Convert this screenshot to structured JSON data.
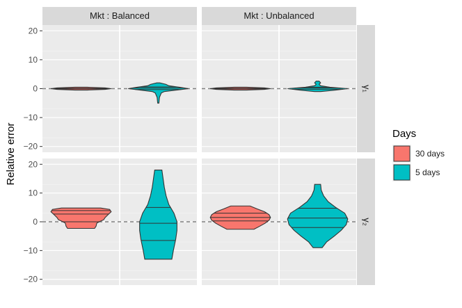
{
  "chart_data": {
    "type": "violin",
    "ylabel": "Relative error",
    "xlabel": "",
    "ylim": [
      -22,
      22
    ],
    "yticks": [
      -20,
      -10,
      0,
      10,
      20
    ],
    "reference_line": 0,
    "columns": [
      {
        "key": "balanced",
        "label": "Mkt : Balanced"
      },
      {
        "key": "unbalanced",
        "label": "Mkt : Unbalanced"
      }
    ],
    "rows": [
      {
        "key": "gamma1",
        "label": "γ₁"
      },
      {
        "key": "gamma2",
        "label": "γ₂"
      }
    ],
    "legend": {
      "title": "Days",
      "placement": "right",
      "entries": [
        {
          "key": "d30",
          "label": "30 days",
          "color": "#F8766D"
        },
        {
          "key": "d5",
          "label": "5 days",
          "color": "#00BFC4"
        }
      ]
    },
    "panels": [
      {
        "row": "gamma1",
        "col": "balanced",
        "violins": [
          {
            "group": "d30",
            "profile": [
              [
                -0.5,
                0.2
              ],
              [
                -0.25,
                0.8
              ],
              [
                0,
                1.0
              ],
              [
                0.25,
                0.8
              ],
              [
                0.5,
                0.2
              ]
            ],
            "quantiles": [
              -0.1,
              0,
              0.1
            ]
          },
          {
            "group": "d5",
            "profile": [
              [
                -5,
                0.02
              ],
              [
                -3,
                0.04
              ],
              [
                -1.5,
                0.1
              ],
              [
                -1,
                0.2
              ],
              [
                -0.5,
                0.6
              ],
              [
                0,
                1.0
              ],
              [
                0.5,
                0.7
              ],
              [
                1,
                0.35
              ],
              [
                1.5,
                0.25
              ],
              [
                2,
                0.05
              ]
            ],
            "quantiles": [
              -0.3,
              0.2,
              0.6
            ]
          }
        ]
      },
      {
        "row": "gamma1",
        "col": "unbalanced",
        "violins": [
          {
            "group": "d30",
            "profile": [
              [
                -0.5,
                0.2
              ],
              [
                -0.25,
                0.8
              ],
              [
                0,
                1.0
              ],
              [
                0.25,
                0.8
              ],
              [
                0.5,
                0.2
              ]
            ],
            "quantiles": [
              -0.1,
              0,
              0.1
            ]
          },
          {
            "group": "d5",
            "profile": [
              [
                -1,
                0.1
              ],
              [
                -0.5,
                0.6
              ],
              [
                0,
                1.0
              ],
              [
                0.5,
                0.4
              ],
              [
                1,
                0.1
              ],
              [
                1.5,
                0.05
              ],
              [
                2,
                0.1
              ],
              [
                2.6,
                0.05
              ]
            ],
            "quantiles": [
              -0.2,
              0.2,
              0.5
            ]
          }
        ]
      },
      {
        "row": "gamma2",
        "col": "balanced",
        "violins": [
          {
            "group": "d30",
            "profile": [
              [
                -2.3,
                0.45
              ],
              [
                -1.5,
                0.5
              ],
              [
                -0.5,
                0.52
              ],
              [
                0,
                0.6
              ],
              [
                0.7,
                0.75
              ],
              [
                1.5,
                0.8
              ],
              [
                2.5,
                0.9
              ],
              [
                3.5,
                1.0
              ],
              [
                4.3,
                0.95
              ],
              [
                4.8,
                0.65
              ]
            ],
            "quantiles": [
              0,
              2.7,
              3.9
            ]
          },
          {
            "group": "d5",
            "profile": [
              [
                -13,
                0.45
              ],
              [
                -10,
                0.5
              ],
              [
                -6,
                0.58
              ],
              [
                -3,
                0.62
              ],
              [
                0,
                0.62
              ],
              [
                3,
                0.52
              ],
              [
                6,
                0.35
              ],
              [
                9,
                0.26
              ],
              [
                12,
                0.2
              ],
              [
                15,
                0.16
              ],
              [
                18,
                0.12
              ]
            ],
            "quantiles": [
              -6.5,
              -0.5,
              5
            ]
          }
        ]
      },
      {
        "row": "gamma2",
        "col": "unbalanced",
        "violins": [
          {
            "group": "d30",
            "profile": [
              [
                -2.6,
                0.45
              ],
              [
                -1.5,
                0.65
              ],
              [
                -0.5,
                0.82
              ],
              [
                0.5,
                0.95
              ],
              [
                1.5,
                1.0
              ],
              [
                2.5,
                0.95
              ],
              [
                3.5,
                0.8
              ],
              [
                4.5,
                0.55
              ],
              [
                5.5,
                0.32
              ]
            ],
            "quantiles": [
              0.3,
              1.5,
              3
            ]
          },
          {
            "group": "d5",
            "profile": [
              [
                -9,
                0.15
              ],
              [
                -7,
                0.3
              ],
              [
                -5,
                0.55
              ],
              [
                -3,
                0.78
              ],
              [
                -1,
                0.95
              ],
              [
                1,
                1.0
              ],
              [
                3,
                0.9
              ],
              [
                5,
                0.6
              ],
              [
                7,
                0.35
              ],
              [
                9,
                0.2
              ],
              [
                11,
                0.12
              ],
              [
                13,
                0.1
              ]
            ],
            "quantiles": [
              -2,
              1.3,
              4.7
            ]
          }
        ]
      }
    ]
  }
}
